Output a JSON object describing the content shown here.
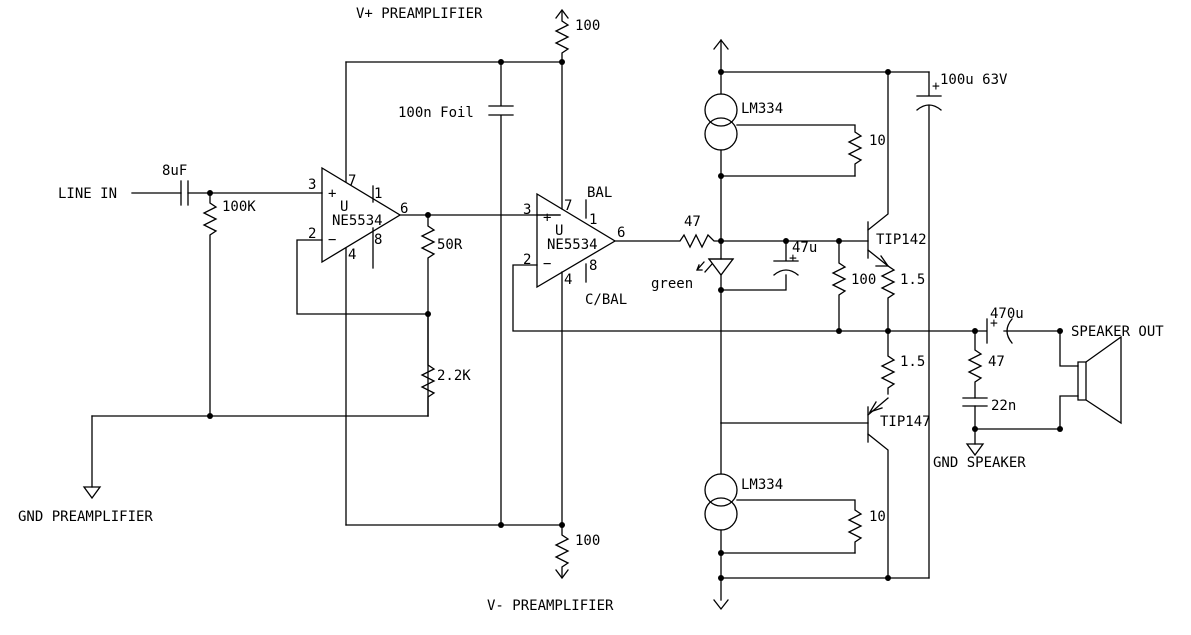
{
  "rails": {
    "v_plus_pre": "V+ PREAMPLIFIER",
    "v_minus_pre": "V- PREAMPLIFIER",
    "gnd_pre": "GND PREAMPLIFIER",
    "gnd_speaker": "GND SPEAKER"
  },
  "io": {
    "line_in": "LINE IN",
    "speaker_out": "SPEAKER OUT"
  },
  "components": {
    "c_in": "8uF",
    "r_in": "100K",
    "r_feedback": "50R",
    "r_gnd": "2.2K",
    "r_vplus": "100",
    "r_vminus": "100",
    "c_foil": "100n Foil",
    "r_out": "47",
    "led": "green",
    "c_bias": "47u",
    "r_bias": "100",
    "ccs_top": "LM334",
    "ccs_top_r": "10",
    "ccs_bot": "LM334",
    "ccs_bot_r": "10",
    "q_top": "TIP142",
    "q_bot": "TIP147",
    "re_top": "1.5",
    "re_bot": "1.5",
    "c_rail": "100u 63V",
    "c_out": "470u",
    "r_zobel": "47",
    "c_zobel": "22n"
  },
  "opamp1": {
    "part": "NE5534",
    "unit": "U",
    "plus": "+",
    "minus": "−",
    "pin3": "3",
    "pin2": "2",
    "pin7": "7",
    "pin4": "4",
    "pin6": "6",
    "pin1": "1",
    "pin8": "8"
  },
  "opamp2": {
    "part": "NE5534",
    "unit": "U",
    "plus": "+",
    "minus": "−",
    "pin3": "3",
    "pin2": "2",
    "pin7": "7",
    "pin4": "4",
    "pin6": "6",
    "pin1": "1",
    "pin8": "8",
    "bal": "BAL",
    "cbal": "C/BAL"
  }
}
